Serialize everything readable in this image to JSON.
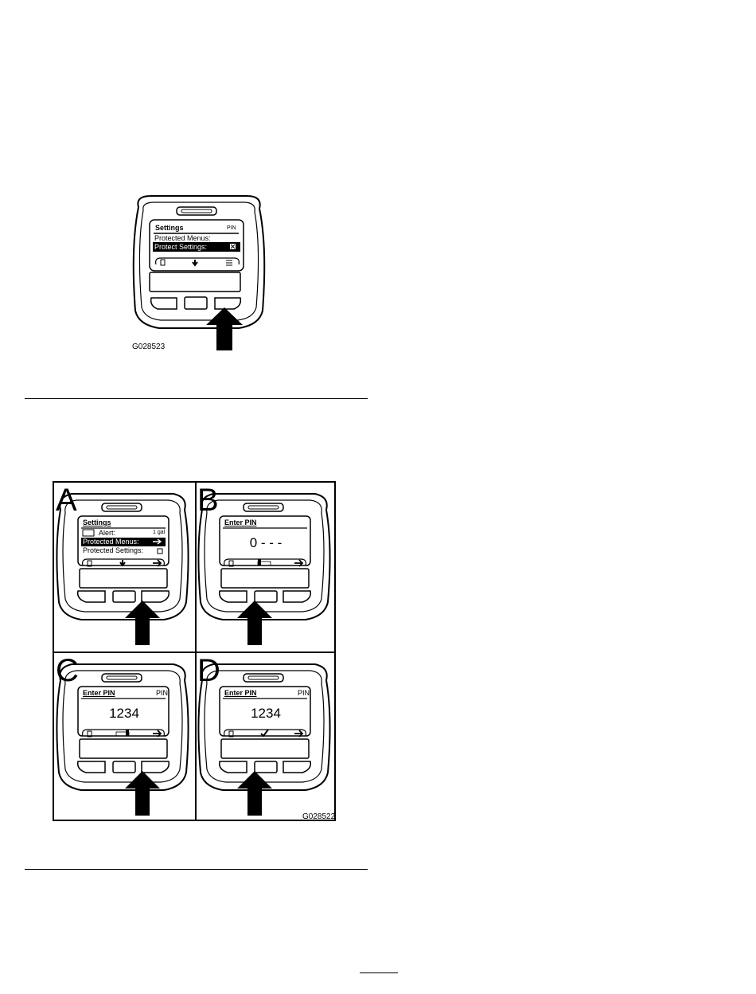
{
  "figure1": {
    "code": "G028523",
    "screen": {
      "title": "Settings",
      "tag": "PIN",
      "rows": [
        {
          "label": "Protected Menus:"
        },
        {
          "label": "Protect Settings:"
        }
      ]
    }
  },
  "figure2": {
    "code": "G028522",
    "panels": [
      {
        "letter": "A",
        "title": "Settings",
        "rows": [
          {
            "label": "Alert:",
            "value": "1 gal"
          },
          {
            "label": "Protected Menus:"
          },
          {
            "label": "Protected Settings:"
          }
        ]
      },
      {
        "letter": "B",
        "title": "Enter PIN",
        "value": "0 - - -"
      },
      {
        "letter": "C",
        "title": "Enter PIN",
        "tag": "PIN",
        "value": "1234"
      },
      {
        "letter": "D",
        "title": "Enter PIN",
        "tag": "PIN",
        "value": "1234"
      }
    ]
  }
}
